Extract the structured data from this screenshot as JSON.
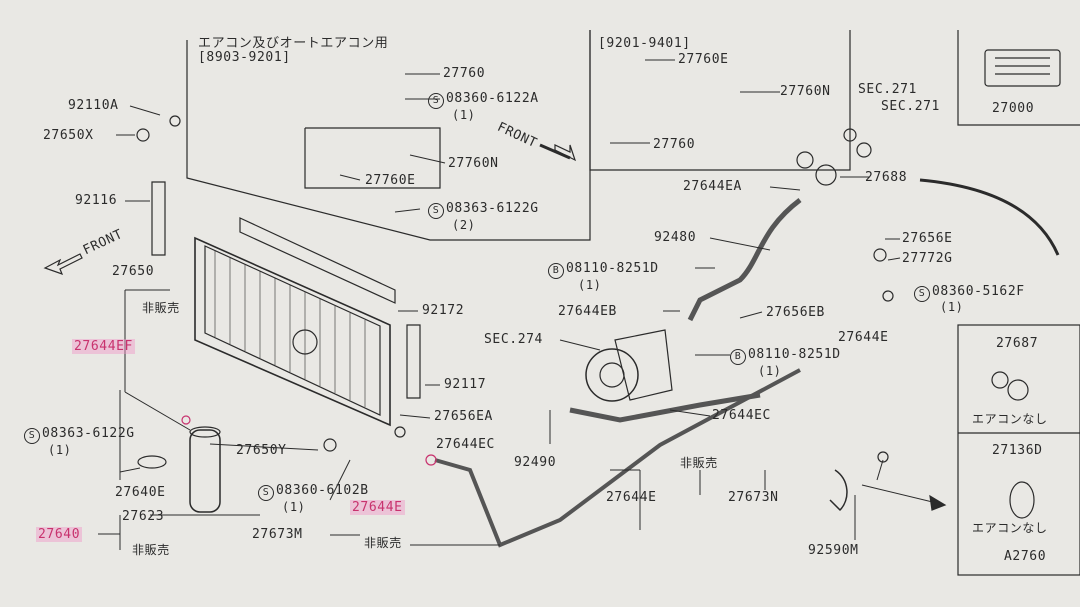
{
  "title_note": "エアコン及びオートエアコン用",
  "range_1": "[8903-9201]",
  "range_2": "[9201-9401]",
  "front": "FRONT",
  "labels": {
    "p27760_a": "27760",
    "p08360_6122A": "08360-6122A",
    "qty_1a": "(1)",
    "p27760N_a": "27760N",
    "p27760E_a": "27760E",
    "p08363_6122G": "08363-6122G",
    "qty_2a": "(2)",
    "p27760E_b": "27760E",
    "p27760N_b": "27760N",
    "p27760_b": "27760",
    "sec271_a": "SEC.271",
    "sec271_b": "SEC.271",
    "p27000": "27000",
    "p92110A": "92110A",
    "p27650X": "27650X",
    "p92116": "92116",
    "p27650": "27650",
    "hihanbai_1": "非販売",
    "p27644EF": "27644EF",
    "p08363_6122G_b": "08363-6122G",
    "qty_1b": "(1)",
    "p27640E": "27640E",
    "p27623": "27623",
    "p27640": "27640",
    "hihanbai_2": "非販売",
    "p27650Y": "27650Y",
    "p92172": "92172",
    "p92117": "92117",
    "p27656EA": "27656EA",
    "p27644EC_a": "27644EC",
    "p08360_6102B": "08360-6102B",
    "qty_1c": "(1)",
    "p27644E_hl": "27644E",
    "p27673M": "27673M",
    "hihanbai_3": "非販売",
    "p27644EA": "27644EA",
    "p27688": "27688",
    "p92480": "92480",
    "p08110_8251D_a": "08110-8251D",
    "qty_1d": "(1)",
    "p27644EB": "27644EB",
    "sec274": "SEC.274",
    "p27656E": "27656E",
    "p27772G": "27772G",
    "p08360_5162F": "08360-5162F",
    "qty_1e": "(1)",
    "p27656EB": "27656EB",
    "p27644E_b": "27644E",
    "p08110_8251D_b": "08110-8251D",
    "qty_1f": "(1)",
    "p27644EC_b": "27644EC",
    "p92490": "92490",
    "hihanbai_4": "非販売",
    "p27644E_c": "27644E",
    "p27673N": "27673N",
    "p92590M": "92590M",
    "p27687": "27687",
    "aircon_nashi_1": "エアコンなし",
    "p27136D": "27136D",
    "aircon_nashi_2": "エアコンなし",
    "p_a2760": "A2760"
  },
  "colors": {
    "ink": "#2b2b2b",
    "highlight": "#c8326e",
    "paper": "#e9e8e4"
  }
}
